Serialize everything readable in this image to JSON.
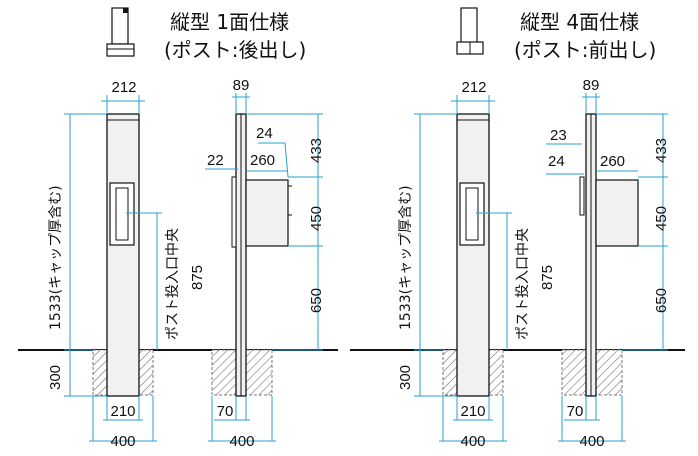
{
  "colors": {
    "line": "#111111",
    "dimension": "#2a9fd0",
    "post": "#f1f1f1",
    "hatch": "#555555"
  },
  "left": {
    "title_line1": "縦型 1面仕様",
    "title_line2": "(ポスト:後出し)",
    "front": {
      "top_width": "212",
      "total_height": "1533(キャップ厚含む)",
      "post_label": "ポスト投入口中央",
      "post_height": "875",
      "depth": "300",
      "base_inner": "210",
      "base_outer": "400"
    },
    "side": {
      "top_width": "89",
      "d24": "24",
      "d22": "22",
      "d260": "260",
      "h433": "433",
      "h450": "450",
      "h650": "650",
      "base_inner": "70",
      "base_outer": "400"
    }
  },
  "right": {
    "title_line1": "縦型 4面仕様",
    "title_line2": "(ポスト:前出し)",
    "front": {
      "top_width": "212",
      "total_height": "1533(キャップ厚含む)",
      "post_label": "ポスト投入口中央",
      "post_height": "875",
      "depth": "300",
      "base_inner": "210",
      "base_outer": "400"
    },
    "side": {
      "top_width": "89",
      "d23": "23",
      "d24": "24",
      "d260": "260",
      "h433": "433",
      "h450": "450",
      "h650": "650",
      "base_inner": "70",
      "base_outer": "400"
    }
  }
}
